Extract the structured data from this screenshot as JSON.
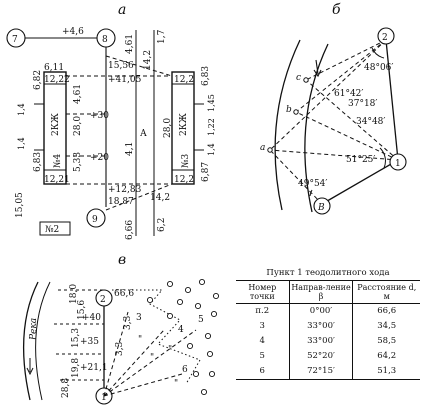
{
  "panels": {
    "a": "а",
    "b": "б",
    "v": "в"
  },
  "panel_a": {
    "points": {
      "p7": "7",
      "p8": "8",
      "p9": "9",
      "no2": "№2"
    },
    "buildings": {
      "left": "2КЖ",
      "right": "2КЖ",
      "left_no": "№4",
      "right_no": "№3",
      "courtyard": "А"
    },
    "dims_left": {
      "top_w": "6,11",
      "top_h": "12,22",
      "side_h": "6,82",
      "mid": "4,61",
      "depth": "28,0",
      "low": "5,33",
      "bot_w": "12,21",
      "bot_h": "6,83",
      "s1": "1,4",
      "s2": "1,4",
      "dist": "15,05"
    },
    "dims_right": {
      "top_h": "12,2",
      "side_h": "6,83",
      "s1": "1,45",
      "s2": "1,22",
      "s3": "1,4",
      "depth": "28,0",
      "bot_h": "12,2",
      "bot_side": "6,87"
    },
    "dims_mid": {
      "top": "+4,6",
      "r1": "15,56",
      "r2": "+41,05",
      "r3": "+30",
      "r4": "+20",
      "r5": "+12,83",
      "r6": "18,87",
      "r7": "14,2",
      "r8": "14,2",
      "gap": "4,1",
      "c1": "4,61",
      "c2": "1,7",
      "c3": "6,2",
      "c4": "6,66"
    }
  },
  "panel_b": {
    "points": {
      "p1": "1",
      "p2": "2",
      "pa": "a",
      "pb": "b",
      "pc": "c",
      "pB": "B"
    },
    "angles": {
      "a1": "48°06′",
      "a2": "61°42′",
      "a3": "37°18′",
      "a4": "34°48′",
      "a5": "51°25′",
      "a6": "49°54′"
    }
  },
  "panel_v": {
    "points": {
      "p1": "1",
      "p2": "2",
      "p3": "3",
      "p4": "4",
      "p5": "5",
      "p6": "6"
    },
    "river": "Река",
    "dims": {
      "d1": "18,0",
      "d2": "15,6",
      "d3": "+40",
      "d4": "15,3",
      "d5": "+35",
      "d6": "+21,1",
      "d7": "19,8",
      "d8": "28,8",
      "d9": "66,6",
      "d10": "3,3",
      "d11": "3,3",
      "ditto": "\""
    }
  },
  "table": {
    "title": "Пункт 1 теодолитного хода",
    "headers": [
      "Номер точки",
      "Направ-ление β",
      "Расстояние d, м"
    ],
    "rows": [
      [
        "п.2",
        "0°00′",
        "66,6"
      ],
      [
        "3",
        "33°00′",
        "34,5"
      ],
      [
        "4",
        "33°00′",
        "58,5"
      ],
      [
        "5",
        "52°20′",
        "64,2"
      ],
      [
        "6",
        "72°15′",
        "51,3"
      ]
    ]
  }
}
